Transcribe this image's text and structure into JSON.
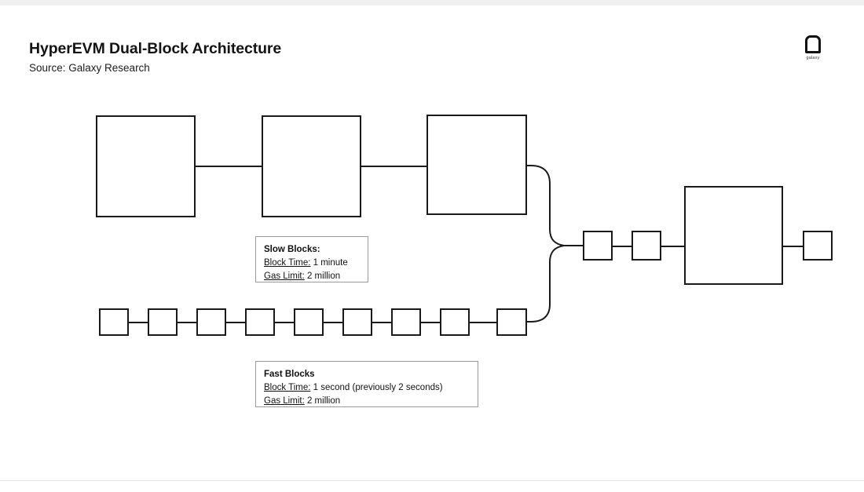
{
  "page": {
    "title": "HyperEVM Dual-Block Architecture",
    "subtitle": "Source: Galaxy Research"
  },
  "logo": {
    "icon": "galaxy-arch-logo",
    "wordmark": "galaxy"
  },
  "diagram": {
    "type": "flow-diagram",
    "description": "Dual-block architecture: a slow-block chain and a fast-block chain merge into a single combined chain.",
    "slow_chain": {
      "name": "slow-blocks-chain",
      "block_count": 3,
      "blocks": [
        {
          "label": ""
        },
        {
          "label": ""
        },
        {
          "label": ""
        }
      ]
    },
    "fast_chain": {
      "name": "fast-blocks-chain",
      "block_count": 9,
      "blocks": [
        {
          "label": ""
        },
        {
          "label": ""
        },
        {
          "label": ""
        },
        {
          "label": ""
        },
        {
          "label": ""
        },
        {
          "label": ""
        },
        {
          "label": ""
        },
        {
          "label": ""
        },
        {
          "label": ""
        }
      ]
    },
    "merged_chain": {
      "name": "merged-chain",
      "block_count": 4,
      "blocks": [
        {
          "label": "",
          "size": "small"
        },
        {
          "label": "",
          "size": "small"
        },
        {
          "label": "",
          "size": "large"
        },
        {
          "label": "",
          "size": "small"
        }
      ]
    }
  },
  "callouts": [
    {
      "id": "slow-blocks-callout",
      "heading": "Slow Blocks:",
      "rows": [
        {
          "label": "Block Time:",
          "value": "1 minute"
        },
        {
          "label": "Gas Limit:",
          "value": "2 million"
        }
      ]
    },
    {
      "id": "fast-blocks-callout",
      "heading": "Fast Blocks",
      "rows": [
        {
          "label": "Block Time:",
          "value": "1 second (previously 2 seconds)"
        },
        {
          "label": "Gas Limit:",
          "value": "2 million"
        }
      ]
    }
  ],
  "colors": {
    "stroke": "#1a1a1a",
    "callout_border": "#9a9a9a",
    "background": "#ffffff",
    "band": "#f0f0f0"
  }
}
